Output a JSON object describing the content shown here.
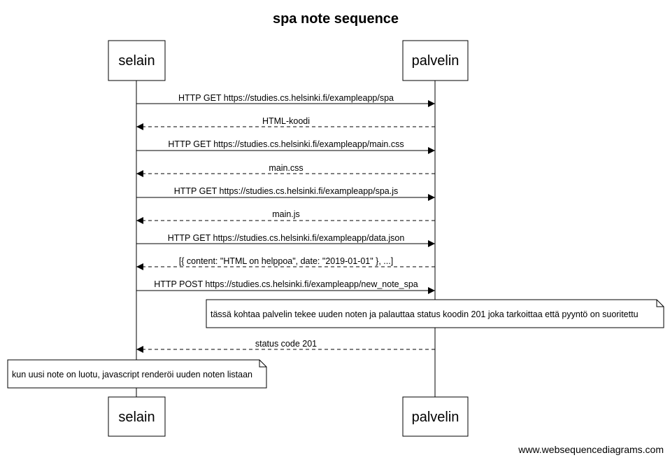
{
  "title": "spa note sequence",
  "participants": [
    {
      "id": "selain",
      "label": "selain"
    },
    {
      "id": "palvelin",
      "label": "palvelin"
    }
  ],
  "messages": [
    {
      "from": "selain",
      "to": "palvelin",
      "style": "solid",
      "label": "HTTP GET https://studies.cs.helsinki.fi/exampleapp/spa"
    },
    {
      "from": "palvelin",
      "to": "selain",
      "style": "dashed",
      "label": "HTML-koodi"
    },
    {
      "from": "selain",
      "to": "palvelin",
      "style": "solid",
      "label": "HTTP GET https://studies.cs.helsinki.fi/exampleapp/main.css"
    },
    {
      "from": "palvelin",
      "to": "selain",
      "style": "dashed",
      "label": "main.css"
    },
    {
      "from": "selain",
      "to": "palvelin",
      "style": "solid",
      "label": "HTTP GET https://studies.cs.helsinki.fi/exampleapp/spa.js"
    },
    {
      "from": "palvelin",
      "to": "selain",
      "style": "dashed",
      "label": "main.js"
    },
    {
      "from": "selain",
      "to": "palvelin",
      "style": "solid",
      "label": "HTTP GET https://studies.cs.helsinki.fi/exampleapp/data.json"
    },
    {
      "from": "palvelin",
      "to": "selain",
      "style": "dashed",
      "label": "[{ content: \"HTML on helppoa\", date: \"2019-01-01\" }, ...]"
    },
    {
      "from": "selain",
      "to": "palvelin",
      "style": "solid",
      "label": "HTTP POST https://studies.cs.helsinki.fi/exampleapp/new_note_spa"
    },
    {
      "from": "palvelin",
      "to": "selain",
      "style": "dashed",
      "label": "status code 201"
    }
  ],
  "notes": [
    {
      "over": "palvelin",
      "text": "tässä kohtaa palvelin tekee uuden noten ja palauttaa status koodin 201 joka tarkoittaa että pyyntö on suoritettu"
    },
    {
      "over": "selain",
      "text": "kun uusi note on luotu, javascript renderöi uuden noten listaan"
    }
  ],
  "footer": "www.websequencediagrams.com"
}
